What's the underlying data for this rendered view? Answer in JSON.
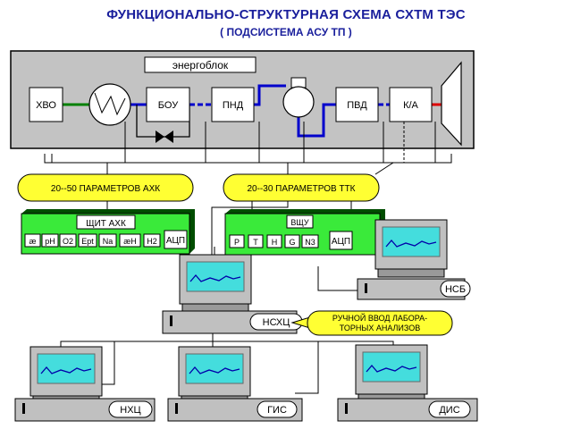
{
  "title": "ФУНКЦИОНАЛЬНО-СТРУКТУРНАЯ СХЕМА СХТМ ТЭС",
  "subtitle": "( ПОДСИСТЕМА АСУ ТП )",
  "plant": {
    "unit_label": "энергоблок",
    "equipment": [
      "ХВО",
      "БОУ",
      "ПНД",
      "ПВД",
      "К/А"
    ]
  },
  "param_ahk": "20--50 ПАРАМЕТРОВ АХК",
  "param_ttk": "20--30 ПАРАМЕТРОВ ТТК",
  "panel_ahk": {
    "label": "ЩИТ АХК",
    "sensors": [
      "æ",
      "pH",
      "O2",
      "Ept",
      "Na",
      "æН",
      "H2"
    ],
    "adc": "АЦП"
  },
  "panel_vshu": {
    "label": "ВЩУ",
    "sensors": [
      "P",
      "T",
      "H",
      "G",
      "N3"
    ],
    "adc": "АЦП"
  },
  "computers": {
    "nsb": "НСБ",
    "nshc": "НСХЦ",
    "nhc": "НХЦ",
    "gis": "ГИС",
    "dis": "ДИС"
  },
  "manual_entry": {
    "line1": "РУЧНОЙ ВВОД ЛАБОРА-",
    "line2": "ТОРНЫХ АНАЛИЗОВ"
  }
}
